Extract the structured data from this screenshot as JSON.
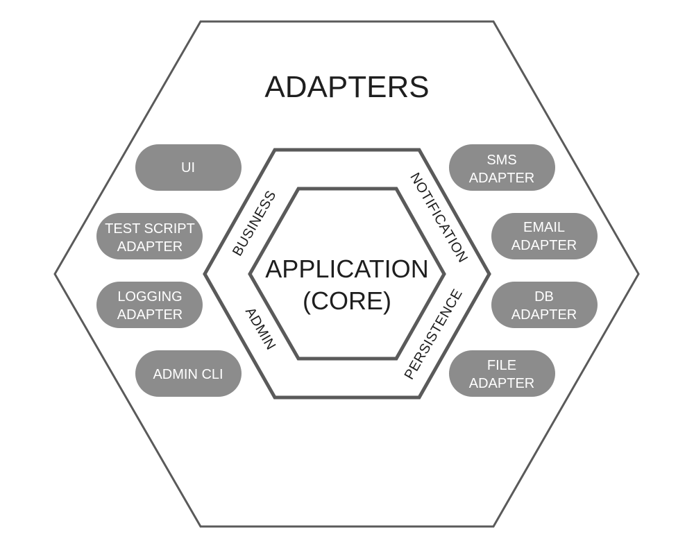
{
  "diagram": {
    "title": "ADAPTERS",
    "core": {
      "line1": "APPLICATION",
      "line2": "(CORE)"
    },
    "ports": {
      "business": "BUSINESS",
      "notification": "NOTIFICATION",
      "admin": "ADMIN",
      "persistence": "PERSISTENCE"
    },
    "adapters": {
      "ui": {
        "line1": "UI"
      },
      "test_script": {
        "line1": "TEST SCRIPT",
        "line2": "ADAPTER"
      },
      "logging": {
        "line1": "LOGGING",
        "line2": "ADAPTER"
      },
      "admin_cli": {
        "line1": "ADMIN CLI"
      },
      "sms": {
        "line1": "SMS",
        "line2": "ADAPTER"
      },
      "email": {
        "line1": "EMAIL",
        "line2": "ADAPTER"
      },
      "db": {
        "line1": "DB",
        "line2": "ADAPTER"
      },
      "file": {
        "line1": "FILE",
        "line2": "ADAPTER"
      }
    },
    "colors": {
      "stroke": "#5a5a5a",
      "pill_fill": "#8c8c8c",
      "text_dark": "#1e1e1e",
      "text_light": "#ffffff"
    }
  }
}
